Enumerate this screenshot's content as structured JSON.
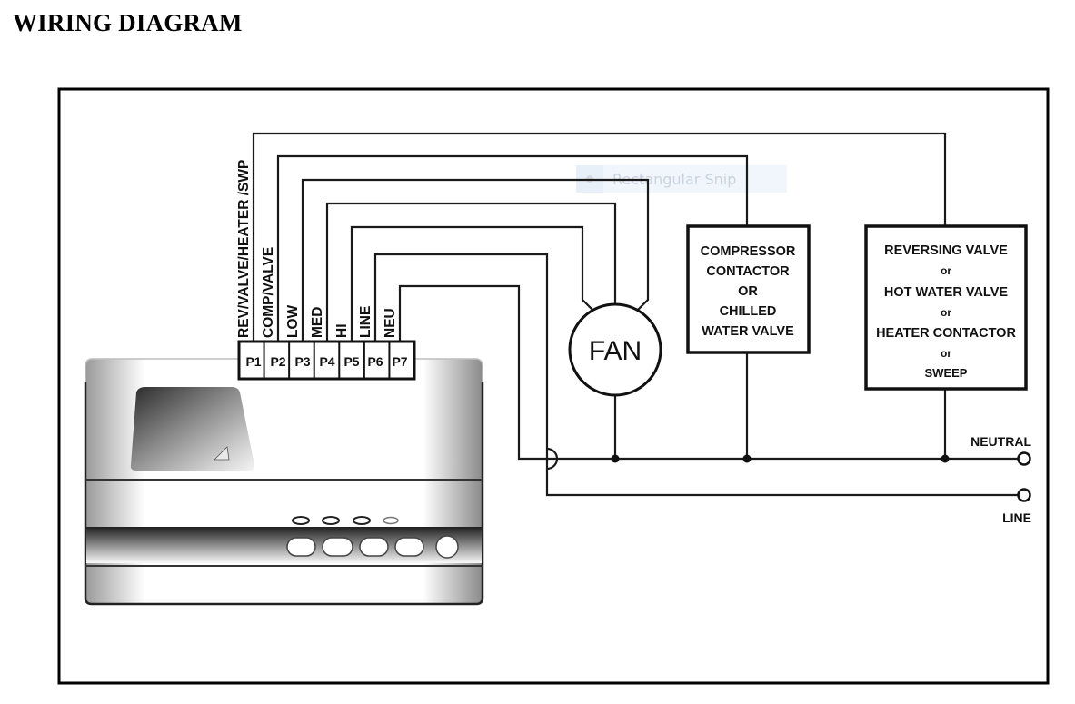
{
  "title": "WIRING DIAGRAM",
  "terminals": [
    {
      "id": "P1",
      "wire_label": "REV/VALVE/HEATER /SWP"
    },
    {
      "id": "P2",
      "wire_label": "COMP/VALVE"
    },
    {
      "id": "P3",
      "wire_label": "LOW"
    },
    {
      "id": "P4",
      "wire_label": "MED"
    },
    {
      "id": "P5",
      "wire_label": "HI"
    },
    {
      "id": "P6",
      "wire_label": "LINE"
    },
    {
      "id": "P7",
      "wire_label": "NEU"
    }
  ],
  "fan": {
    "label": "FAN"
  },
  "compressor_box": {
    "lines": [
      "COMPRESSOR",
      "CONTACTOR",
      "OR",
      "CHILLED",
      "WATER VALVE"
    ]
  },
  "reversing_box": {
    "lines": [
      "REVERSING VALVE",
      "or",
      "HOT WATER VALVE",
      "or",
      "HEATER CONTACTOR",
      "or",
      "SWEEP"
    ]
  },
  "power": {
    "neutral_label": "NEUTRAL",
    "line_label": "LINE"
  },
  "overlay": {
    "snip_label": "Rectangular Snip"
  },
  "colors": {
    "wire": "#1a1a1a",
    "frame": "#000000",
    "overlay_bg": "#eef4fb"
  }
}
